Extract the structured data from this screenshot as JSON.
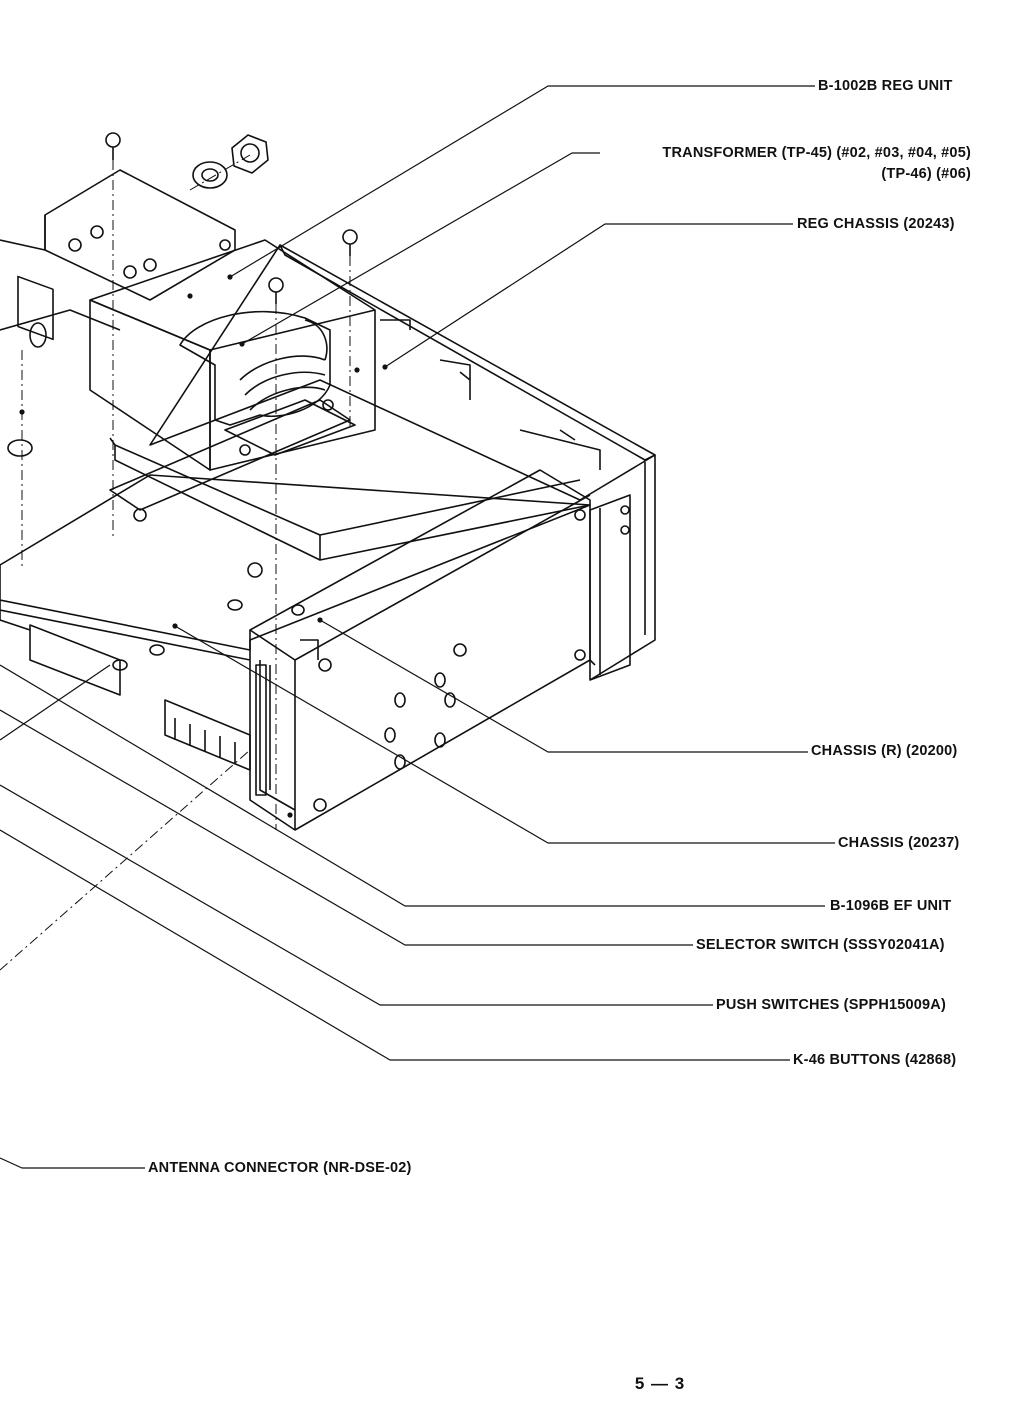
{
  "labels": {
    "reg_unit": "B-1002B REG UNIT",
    "transformer_1": "TRANSFORMER (TP-45) (#02, #03, #04, #05)",
    "transformer_2": "(TP-46) (#06)",
    "reg_chassis": "REG CHASSIS (20243)",
    "chassis_r": "CHASSIS (R) (20200)",
    "chassis_main": "CHASSIS (20237)",
    "ef_unit": "B-1096B EF UNIT",
    "selector_switch": "SELECTOR SWITCH (SSSY02041A)",
    "push_switches": "PUSH SWITCHES (SPPH15009A)",
    "k46_buttons": "K-46 BUTTONS (42868)",
    "antenna_connector": "ANTENNA CONNECTOR (NR-DSE-02)"
  },
  "page_number": "5 — 3",
  "colors": {
    "line": "#111111",
    "background": "#ffffff"
  }
}
